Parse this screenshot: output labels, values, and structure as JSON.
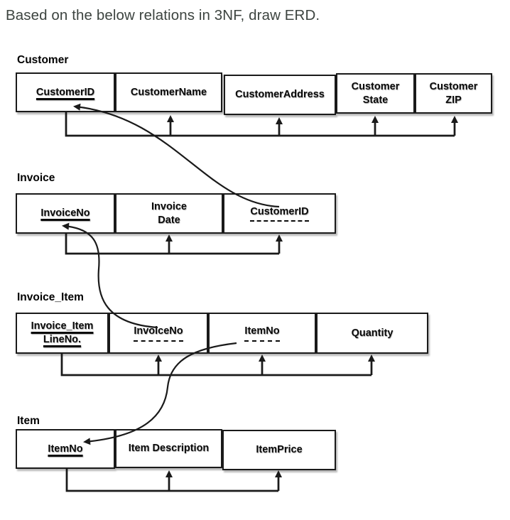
{
  "title": "Based on the below relations in 3NF, draw ERD.",
  "colors": {
    "title_text": "#3d4440",
    "line": "#1a1a1a",
    "background": "#ffffff"
  },
  "tables": [
    {
      "name": "Customer",
      "fields": [
        {
          "label": "CustomerID",
          "key": "primary"
        },
        {
          "label": "CustomerName",
          "key": "none"
        },
        {
          "label": "CustomerAddress",
          "key": "none"
        },
        {
          "label": "Customer\nState",
          "key": "none"
        },
        {
          "label": "Customer\nZIP",
          "key": "none"
        }
      ]
    },
    {
      "name": "Invoice",
      "fields": [
        {
          "label": "InvoiceNo",
          "key": "primary"
        },
        {
          "label": "Invoice\nDate",
          "key": "none"
        },
        {
          "label": "CustomerID",
          "key": "foreign"
        }
      ]
    },
    {
      "name": "Invoice_Item",
      "fields": [
        {
          "label": "Invoice_Item\nLineNo.",
          "key": "primary"
        },
        {
          "label": "InvoiceNo",
          "key": "foreign"
        },
        {
          "label": "ItemNo",
          "key": "foreign"
        },
        {
          "label": "Quantity",
          "key": "none"
        }
      ]
    },
    {
      "name": "Item",
      "fields": [
        {
          "label": "ItemNo",
          "key": "primary"
        },
        {
          "label": "Item Description",
          "key": "none"
        },
        {
          "label": "ItemPrice",
          "key": "none"
        }
      ]
    }
  ],
  "foreign_key_arrows": [
    {
      "from": "Invoice.CustomerID",
      "to": "Customer.CustomerID"
    },
    {
      "from": "Invoice_Item.InvoiceNo",
      "to": "Invoice.InvoiceNo"
    },
    {
      "from": "Invoice_Item.ItemNo",
      "to": "Item.ItemNo"
    }
  ],
  "functional_dependencies": [
    {
      "determinant": "CustomerID",
      "dependents": [
        "CustomerName",
        "CustomerAddress",
        "Customer State",
        "Customer ZIP"
      ]
    },
    {
      "determinant": "InvoiceNo",
      "dependents": [
        "Invoice Date",
        "CustomerID"
      ]
    },
    {
      "determinant": "Invoice_Item LineNo.",
      "dependents": [
        "InvoiceNo",
        "ItemNo",
        "Quantity"
      ]
    },
    {
      "determinant": "ItemNo",
      "dependents": [
        "Item Description",
        "ItemPrice"
      ]
    }
  ]
}
